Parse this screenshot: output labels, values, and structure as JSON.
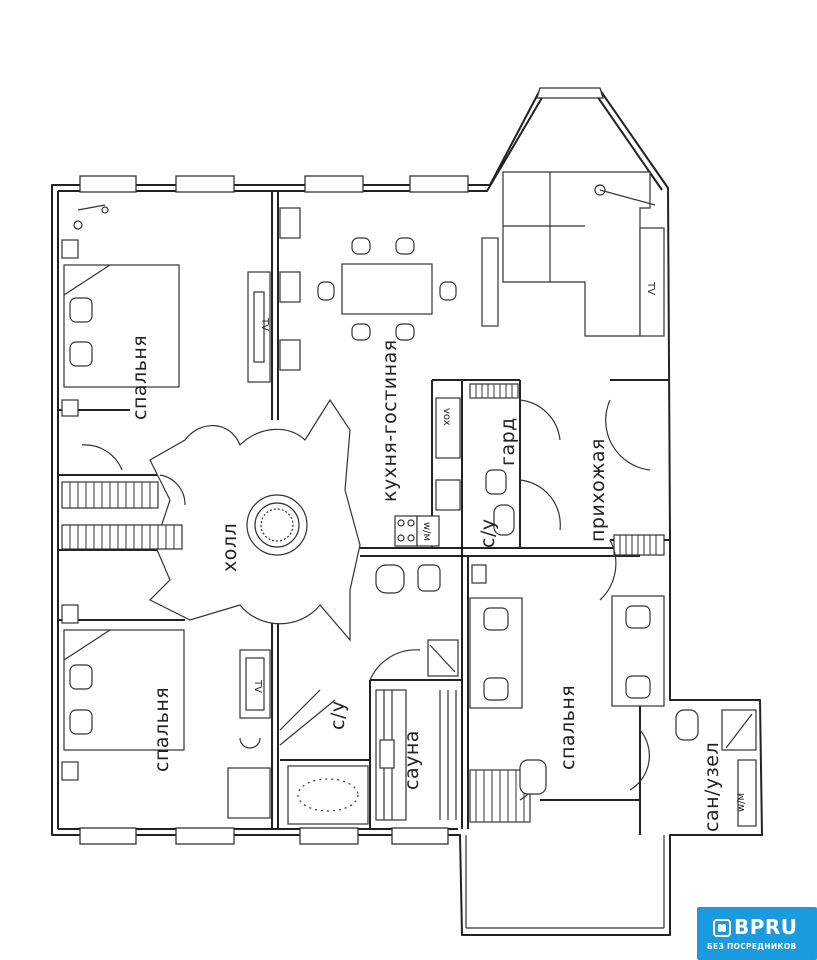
{
  "rooms": {
    "bedroom_top": "спальня",
    "bedroom_bottom": "спальня",
    "bedroom_right": "спальня",
    "kitchen_living": "кухня-гостиная",
    "hall": "холл",
    "entrance_hall": "прихожая",
    "bathroom_left": "с/у",
    "bathroom_center": "с/у",
    "sauna": "сауна",
    "wardrobe": "гард",
    "bathroom_right": "сан/узел"
  },
  "fixture_labels": {
    "tv_top": "TV",
    "tv_bottom": "TV",
    "tv_living": "TV",
    "hood": "vox",
    "washer_kitchen": "w/м",
    "washer_bath": "w/м"
  },
  "watermark": {
    "brand": "BPRU",
    "tagline": "БЕЗ ПОСРЕДНИКОВ",
    "color": "#1a9be0"
  }
}
